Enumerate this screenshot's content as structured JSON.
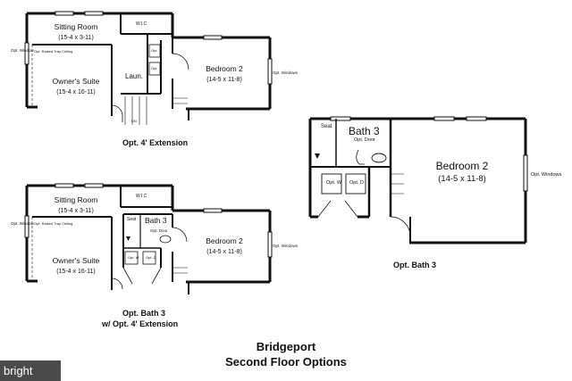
{
  "plan1": {
    "sitting_room": "Sitting Room",
    "sitting_dim": "(15-4 x 3-11)",
    "owners_suite": "Owner's Suite",
    "owners_dim": "(15-4 x 16-11)",
    "bedroom": "Bedroom 2",
    "bedroom_dim": "(14-5 x 11-8)",
    "opt_window": "Opt.\nWindow",
    "raised_tray": "Opt. Raised Tray Ceiling",
    "wic": "W.I.C",
    "laun": "Laun.",
    "opt_windows": "Opt.\nWindows",
    "opt": "Opt.",
    "dn": "DN",
    "caption": "Opt. 4' Extension"
  },
  "plan2": {
    "sitting_room": "Sitting Room",
    "sitting_dim": "(15-4 x 3-11)",
    "owners_suite": "Owner's Suite",
    "owners_dim": "(15-4 x 16-11)",
    "bedroom": "Bedroom 2",
    "bedroom_dim": "(14-5 x 11-8)",
    "bath": "Bath 3",
    "seat": "Seat",
    "opt_door": "Opt.\nDoor",
    "opt_w": "Opt.\nW",
    "opt_d": "Opt.\nD",
    "opt_window": "Opt.\nWindow",
    "raised_tray": "Opt. Raised Tray Ceiling",
    "wic": "W.I.C",
    "opt_windows": "Opt.\nWindows",
    "caption_line1": "Opt. Bath 3",
    "caption_line2": "w/ Opt. 4' Extension"
  },
  "plan3": {
    "bath": "Bath 3",
    "seat": "Seat",
    "opt_door": "Opt.\nDoor",
    "opt_w": "Opt.\nW",
    "opt_d": "Opt.\nD",
    "bedroom": "Bedroom 2",
    "bedroom_dim": "(14-5 x 11-8)",
    "opt_windows": "Opt.\nWindows",
    "caption": "Opt. Bath 3"
  },
  "title_line1": "Bridgeport",
  "title_line2": "Second Floor Options",
  "watermark": "bright"
}
